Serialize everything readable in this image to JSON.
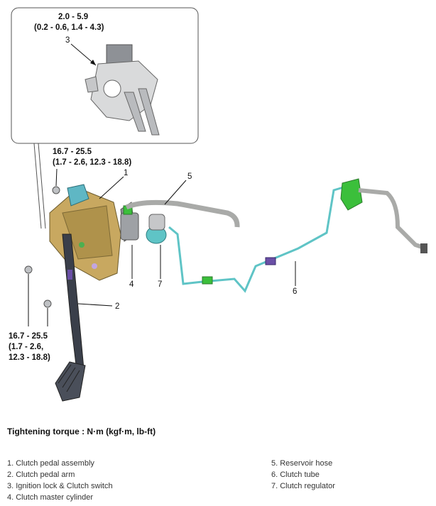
{
  "callout_torque": {
    "line1": "2.0 - 5.9",
    "line2": "(0.2 - 0.6, 1.4 - 4.3)"
  },
  "upper_torque": {
    "line1": "16.7 - 25.5",
    "line2": "(1.7 - 2.6, 12.3 - 18.8)"
  },
  "lower_torque": {
    "line1": "16.7 - 25.5",
    "line2": "(1.7 - 2.6,",
    "line3": "12.3 - 18.8)"
  },
  "callouts": [
    "1",
    "2",
    "3",
    "4",
    "5",
    "6",
    "7"
  ],
  "title": "Tightening torque : N·m (kgf·m, lb-ft)",
  "legend_left": [
    "1. Clutch pedal assembly",
    "2. Clutch pedal arm",
    "3. Ignition lock & Clutch switch",
    "4. Clutch master cylinder"
  ],
  "legend_right": [
    "5. Reservoir hose",
    "6. Clutch tube",
    "7. Clutch regulator"
  ],
  "colors": {
    "bracket": "#c8a860",
    "tube": "#5fc4c6",
    "green_fitting": "#3bbf3b",
    "pedal": "#3a3f4a",
    "hose": "#a9aaa8"
  }
}
